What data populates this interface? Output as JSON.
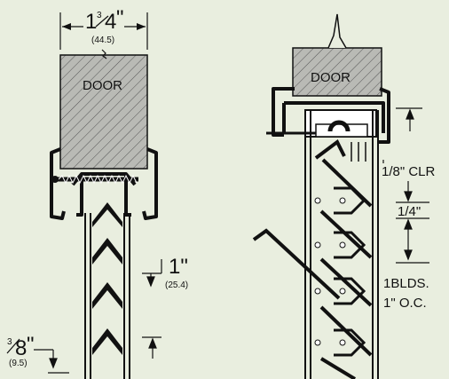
{
  "colors": {
    "background": "#e9eedf",
    "door_fill": "#b9bab5",
    "line": "#111111",
    "blade": "#ffffff"
  },
  "left_view": {
    "width_dim": {
      "whole": "1",
      "num": "3",
      "den": "4",
      "unit": "\"",
      "metric": "(44.5)"
    },
    "door_label": "DOOR",
    "spacing_dim": {
      "value": "1\"",
      "metric": "(25.4)"
    },
    "offset_dim": {
      "num": "3",
      "den": "8",
      "unit": "\"",
      "metric": "(9.5)"
    }
  },
  "right_view": {
    "door_label": "DOOR",
    "clearance": "1/8\" CLR",
    "blade_thickness": "1/4\"",
    "blades_line1": "1BLDS.",
    "blades_line2": "1\" O.C."
  }
}
